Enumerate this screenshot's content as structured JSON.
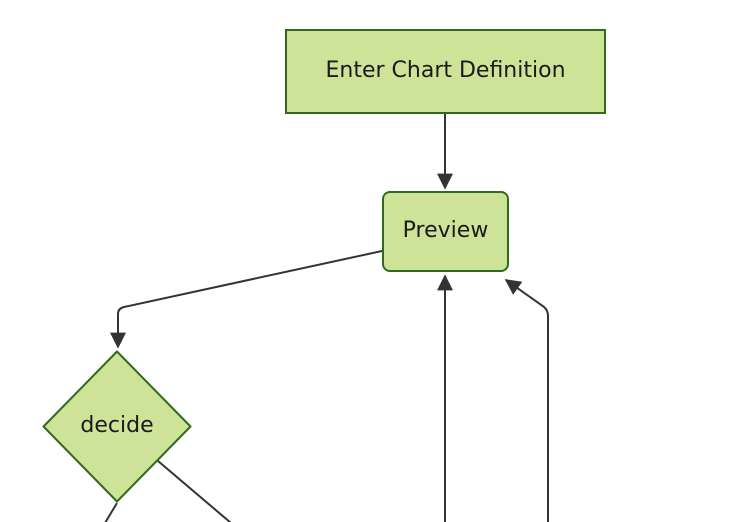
{
  "diagram": {
    "kind": "flowchart",
    "direction": "top-down",
    "nodes": [
      {
        "id": "A",
        "label": "Enter Chart Definition",
        "shape": "rectangle"
      },
      {
        "id": "B",
        "label": "Preview",
        "shape": "rounded-rectangle"
      },
      {
        "id": "C",
        "label": "decide",
        "shape": "diamond"
      }
    ],
    "edges": [
      {
        "from": "A",
        "to": "B",
        "arrow": true,
        "description": "Enter Chart Definition to Preview"
      },
      {
        "from": "B",
        "to": "C",
        "arrow": true,
        "description": "Preview to decide"
      },
      {
        "from": "offscreen-bottom-center",
        "to": "B",
        "arrow": true,
        "description": "return edge into Preview bottom"
      },
      {
        "from": "offscreen-bottom-right",
        "to": "B",
        "arrow": true,
        "description": "return edge into Preview bottom-right corner"
      },
      {
        "from": "C",
        "to": "offscreen-bottom-left",
        "arrow": false,
        "description": "decide branch running off bottom-left"
      },
      {
        "from": "C",
        "to": "offscreen-bottom-right",
        "arrow": false,
        "description": "decide branch running off bottom-right"
      }
    ]
  },
  "theme": {
    "background": "#ffffff",
    "node_fill": "#cde498",
    "node_border": "#33691e",
    "edge_color": "#333333",
    "text_color": "#1a1a1a"
  }
}
